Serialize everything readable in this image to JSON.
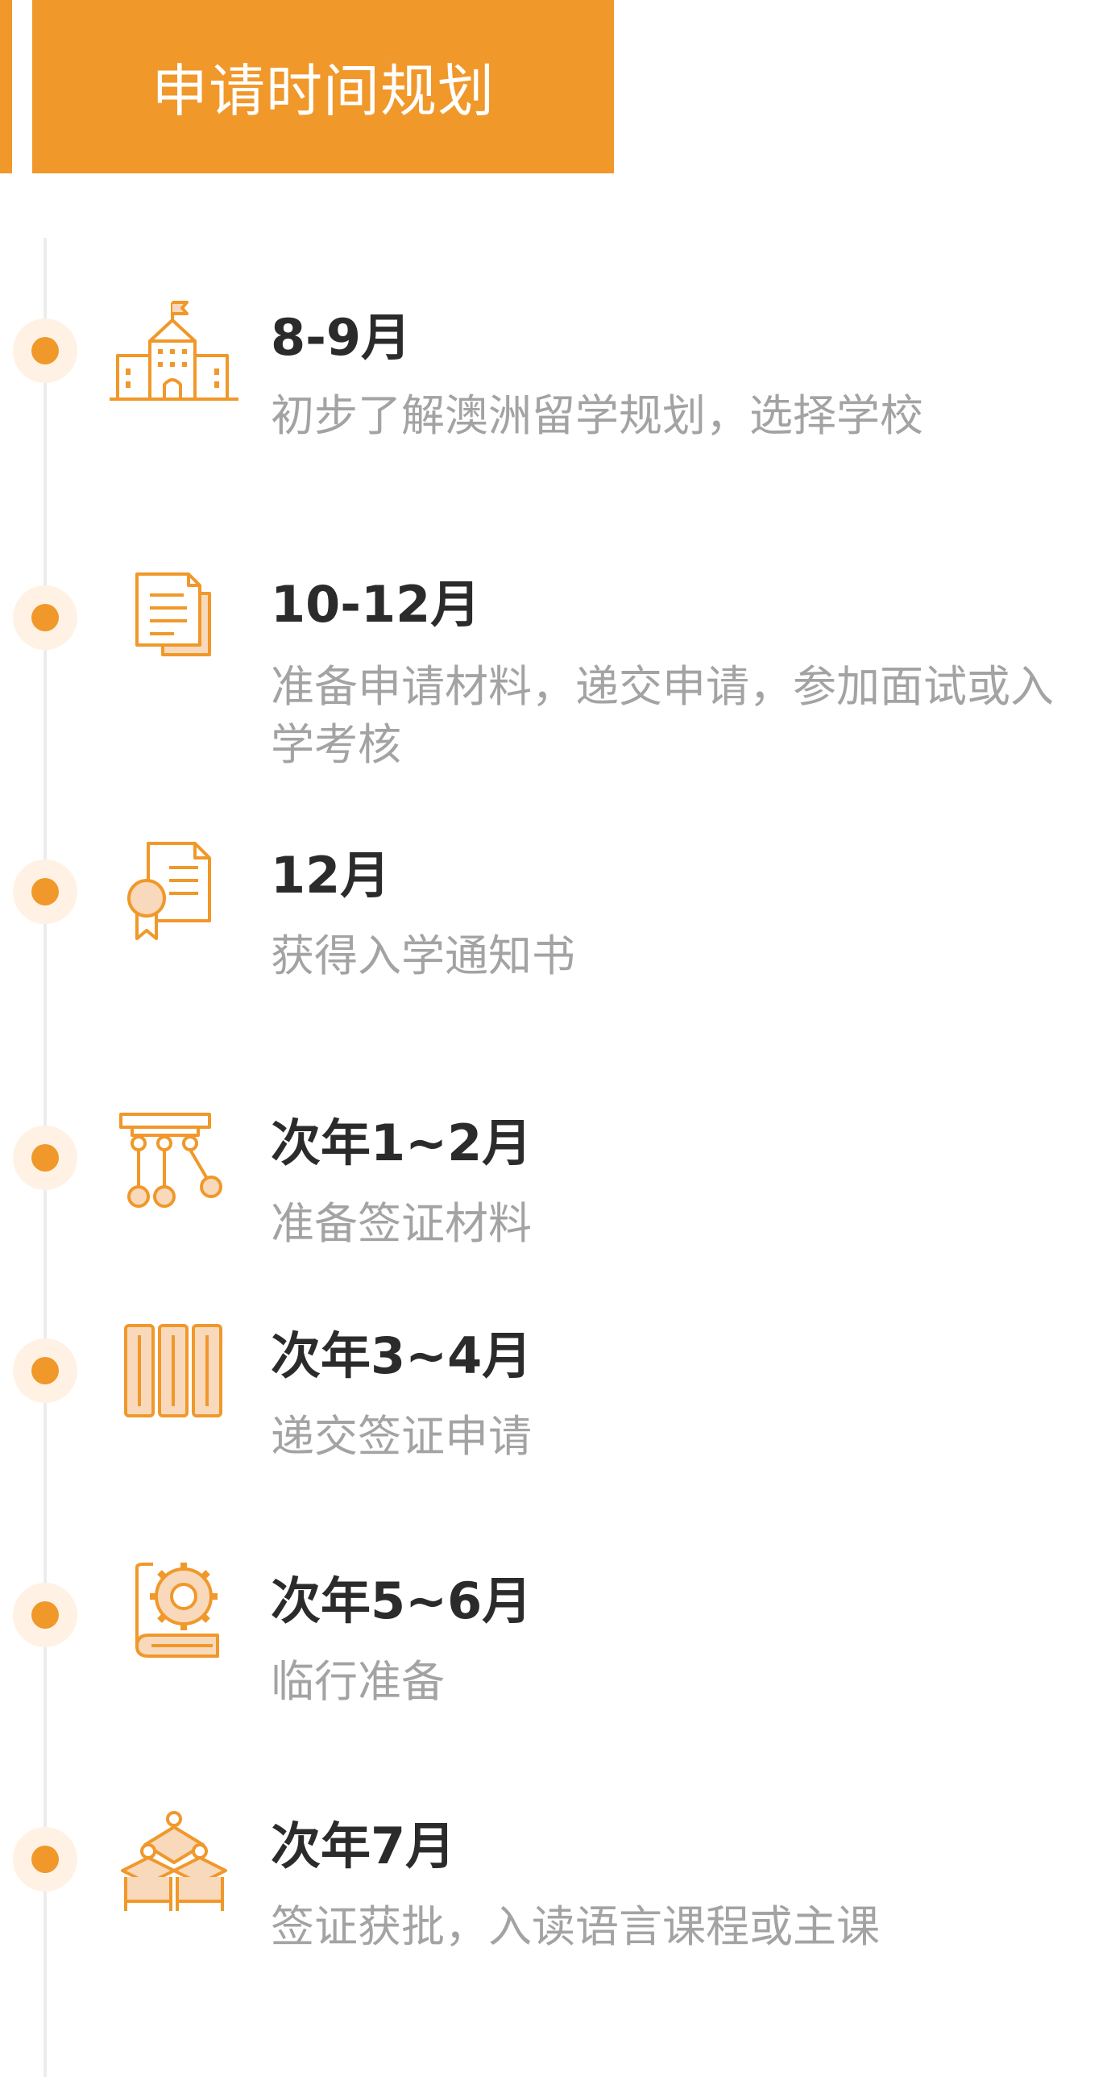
{
  "header": {
    "title": "申请时间规划"
  },
  "colors": {
    "accent": "#F0982A",
    "accent_light": "#FFF2E4",
    "icon_fill": "#F9D9BC",
    "text_dark": "#2b2b2b",
    "text_gray": "#a3a3a3"
  },
  "timeline": [
    {
      "icon": "school-building-icon",
      "date": "8-9月",
      "desc": "初步了解澳洲留学规划，选择学校"
    },
    {
      "icon": "documents-icon",
      "date": "10-12月",
      "desc": "准备申请材料，递交申请，参加面试或入学考核"
    },
    {
      "icon": "certificate-icon",
      "date": "12月",
      "desc": "获得入学通知书"
    },
    {
      "icon": "pendulum-icon",
      "date": "次年1~2月",
      "desc": "准备签证材料"
    },
    {
      "icon": "binders-icon",
      "date": "次年3~4月",
      "desc": "递交签证申请"
    },
    {
      "icon": "gear-book-icon",
      "date": "次年5~6月",
      "desc": "临行准备"
    },
    {
      "icon": "graduation-caps-icon",
      "date": "次年7月",
      "desc": "签证获批，入读语言课程或主课"
    }
  ]
}
